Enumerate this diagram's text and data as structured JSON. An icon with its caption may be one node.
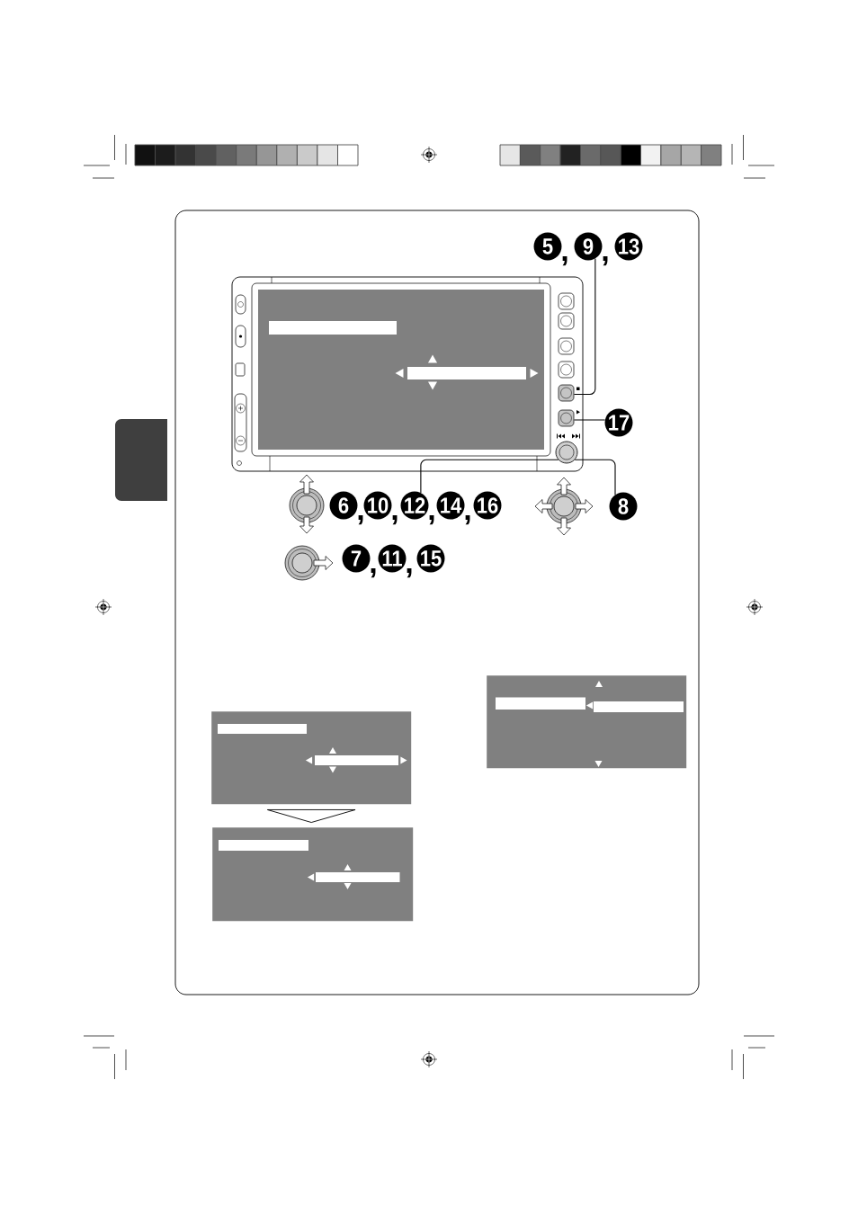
{
  "diagram": {
    "nodes": [
      {
        "text": [
          "5"
        ],
        "beside": [
          ","
        ]
      },
      {
        "text": [
          "9"
        ],
        "beside": [
          ","
        ]
      },
      {
        "text": [
          "13"
        ]
      },
      {
        "text": [],
        "shape": "button"
      },
      {
        "text": [],
        "shape": "button"
      },
      {
        "text": [
          "17"
        ]
      },
      {
        "text": [],
        "shape": "circle"
      },
      {
        "text": [
          "6"
        ],
        "beside": [
          ","
        ]
      },
      {
        "text": [
          "10"
        ],
        "beside": [
          ","
        ]
      },
      {
        "text": [
          "12"
        ],
        "beside": [
          ","
        ]
      },
      {
        "text": [
          "14"
        ],
        "beside": [
          ","
        ]
      },
      {
        "text": [
          "16"
        ]
      },
      {
        "text": [
          "8"
        ]
      },
      {
        "text": [
          "7"
        ],
        "beside": [
          ","
        ]
      },
      {
        "text": [
          "11"
        ],
        "beside": [
          ","
        ]
      },
      {
        "text": [
          "15"
        ]
      },
      {
        "text": [],
        "shape": "box"
      },
      {
        "text": [],
        "shape": "box"
      },
      {
        "text": [],
        "shape": "box"
      }
    ],
    "edges": [
      {
        "from": 1,
        "to": 3,
        "arrow": "none"
      },
      {
        "from": 5,
        "to": 4,
        "arrow": "none"
      },
      {
        "from": 9,
        "to": 6,
        "arrow": "none"
      },
      {
        "from": 12,
        "to": 6,
        "arrow": "none"
      },
      {
        "from": 16,
        "to": 17,
        "arrow": "to"
      }
    ]
  }
}
